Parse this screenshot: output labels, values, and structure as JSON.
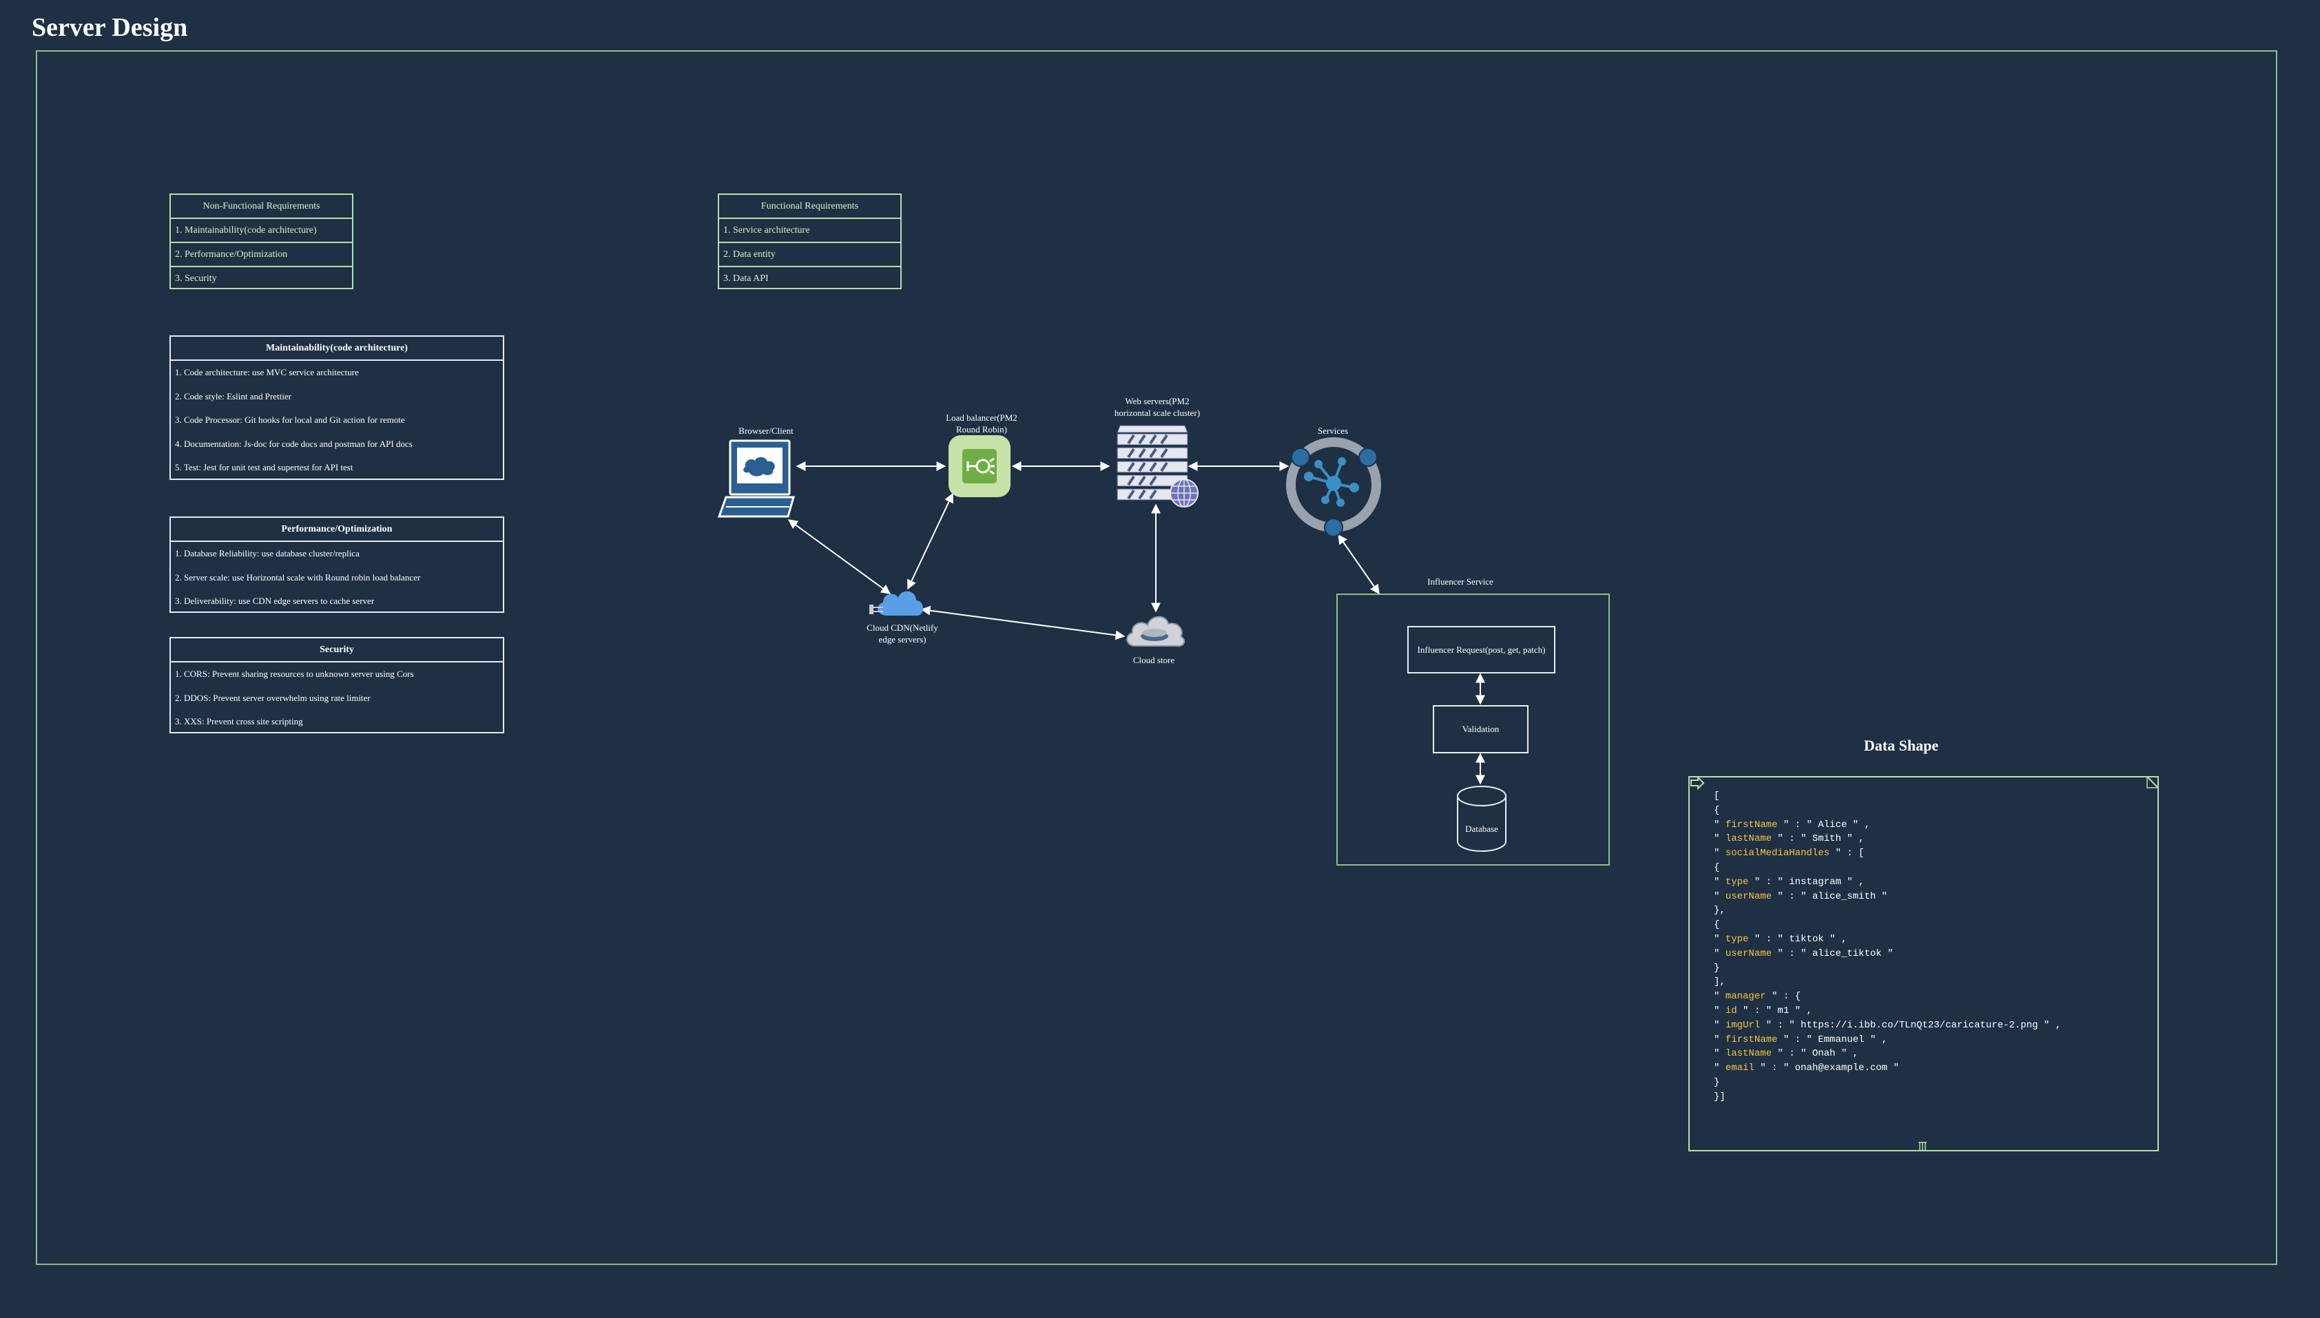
{
  "title": "Server Design",
  "non_functional": {
    "header": "Non-Functional Requirements",
    "items": [
      "1. Maintainability(code architecture)",
      "2. Performance/Optimization",
      "3.  Security"
    ]
  },
  "functional": {
    "header": "Functional Requirements",
    "items": [
      "1. Service architecture",
      "2. Data entity",
      "3. Data API"
    ]
  },
  "maintainability": {
    "header": "Maintainability(code architecture)",
    "items": [
      "1. Code architecture: use MVC service architecture",
      "2.  Code style: Eslint and Prettier",
      "3. Code Processor: Git hooks for local and Git action for remote",
      "4.  Documentation: Js-doc for code docs and postman for API docs",
      "5. Test: Jest for unit test and supertest for API test"
    ]
  },
  "performance": {
    "header": "Performance/Optimization",
    "items": [
      "1. Database Reliability: use database cluster/replica",
      "2. Server scale: use Horizontal scale with Round robin load balancer",
      "3. Deliverability: use CDN edge servers to cache server"
    ]
  },
  "security": {
    "header": "Security",
    "items": [
      "1. CORS: Prevent sharing resources to unknown server using Cors",
      "2. DDOS: Prevent server overwhelm using rate limiter",
      "3. XXS: Prevent cross site scripting"
    ]
  },
  "diagram": {
    "browser": "Browser/Client",
    "load_balancer": [
      "Load balancer(PM2",
      "Round Robin)"
    ],
    "web_servers": [
      "Web servers(PM2",
      "horizontal scale cluster)"
    ],
    "services": "Services",
    "cdn": [
      "Cloud CDN(Netlify",
      "edge servers)"
    ],
    "cloud_store": "Cloud store",
    "influencer_service": "Influencer Service",
    "influencer_request": "Influencer Request(post, get, patch)",
    "validation": "Validation",
    "database": "Database"
  },
  "data_shape": {
    "title": "Data Shape",
    "lines": [
      [
        {
          "t": "["
        }
      ],
      [
        {
          "t": "{"
        }
      ],
      [
        {
          "t": "\" "
        },
        {
          "t": "firstName",
          "k": true
        },
        {
          "t": " \" : \" Alice \" ,"
        }
      ],
      [
        {
          "t": "\" "
        },
        {
          "t": "lastName",
          "k": true
        },
        {
          "t": " \" : \" Smith \" ,"
        }
      ],
      [
        {
          "t": "\" "
        },
        {
          "t": "socialMediaHandles",
          "k": true
        },
        {
          "t": " \" : ["
        }
      ],
      [
        {
          "t": "{"
        }
      ],
      [
        {
          "t": "\" "
        },
        {
          "t": "type",
          "k": true
        },
        {
          "t": " \" : \" instagram \" ,"
        }
      ],
      [
        {
          "t": "\" "
        },
        {
          "t": "userName",
          "k": true
        },
        {
          "t": " \" : \" alice_smith \""
        }
      ],
      [
        {
          "t": "},"
        }
      ],
      [
        {
          "t": "{"
        }
      ],
      [
        {
          "t": "\" "
        },
        {
          "t": "type",
          "k": true
        },
        {
          "t": " \" : \" tiktok \" ,"
        }
      ],
      [
        {
          "t": "\" "
        },
        {
          "t": "userName",
          "k": true
        },
        {
          "t": " \" : \" alice_tiktok \""
        }
      ],
      [
        {
          "t": "}"
        }
      ],
      [
        {
          "t": "],"
        }
      ],
      [
        {
          "t": "\" "
        },
        {
          "t": "manager",
          "k": true
        },
        {
          "t": " \" : {"
        }
      ],
      [
        {
          "t": "\" "
        },
        {
          "t": "id",
          "k": true
        },
        {
          "t": " \" : \" m1 \" ,"
        }
      ],
      [
        {
          "t": "\" "
        },
        {
          "t": "imgUrl",
          "k": true
        },
        {
          "t": " \" : \" https://i.ibb.co/TLnQt23/caricature-2.png \" ,"
        }
      ],
      [
        {
          "t": "\" "
        },
        {
          "t": "firstName",
          "k": true
        },
        {
          "t": " \" : \" Emmanuel \" ,"
        }
      ],
      [
        {
          "t": "\" "
        },
        {
          "t": "lastName",
          "k": true
        },
        {
          "t": " \" : \" Onah \" ,"
        }
      ],
      [
        {
          "t": "\" "
        },
        {
          "t": "email",
          "k": true
        },
        {
          "t": " \" : \" onah@example.com \""
        }
      ],
      [
        {
          "t": "}"
        }
      ],
      [
        {
          "t": "}]"
        }
      ]
    ]
  },
  "colors": {
    "background": "#1f3044",
    "frame": "#8fbf8a",
    "green_table": "#b5e0a6",
    "key_yellow": "#f5c542",
    "lb_green": "#7fb85a",
    "icon_blue": "#3a8fc4"
  }
}
